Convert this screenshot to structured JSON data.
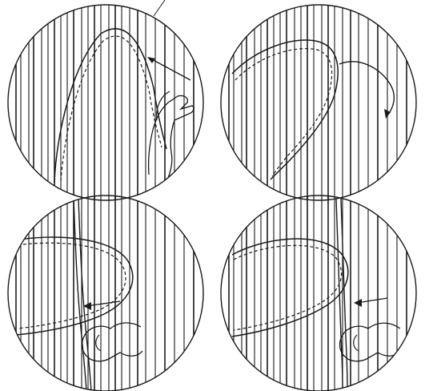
{
  "figure": {
    "panels": [
      {
        "id": "panel-1",
        "step": 1,
        "arrow": "pull-left-up"
      },
      {
        "id": "panel-2",
        "step": 2,
        "arrow": "curved-down"
      },
      {
        "id": "panel-3",
        "step": 3,
        "arrow": "pull-left"
      },
      {
        "id": "panel-4",
        "step": 4,
        "arrow": "push-left"
      }
    ],
    "line_color": "#1a1a1a",
    "background": "#ffffff"
  }
}
